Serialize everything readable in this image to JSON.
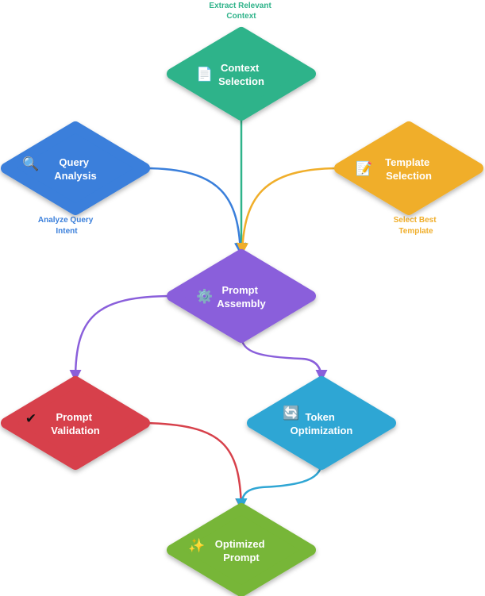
{
  "colors": {
    "context": "#2fb38a",
    "query": "#3a7fdb",
    "template": "#f0ae2a",
    "assembly": "#8a5fdb",
    "validation": "#d7414b",
    "token": "#2fa6d4",
    "optimized": "#77b637"
  },
  "nodes": {
    "context": {
      "line1": "Context",
      "line2": "Selection",
      "icon": "page-icon",
      "glyph": "📄"
    },
    "query": {
      "line1": "Query",
      "line2": "Analysis",
      "icon": "magnifier-icon",
      "glyph": "🔍"
    },
    "template": {
      "line1": "Template",
      "line2": "Selection",
      "icon": "memo-icon",
      "glyph": "📝"
    },
    "assembly": {
      "line1": "Prompt",
      "line2": "Assembly",
      "icon": "gear-icon",
      "glyph": "⚙️"
    },
    "validation": {
      "line1": "Prompt",
      "line2": "Validation",
      "icon": "check-icon",
      "glyph": "✔"
    },
    "token": {
      "line1": "Token",
      "line2": "Optimization",
      "icon": "refresh-icon",
      "glyph": "🔄"
    },
    "optimized": {
      "line1": "Optimized",
      "line2": "Prompt",
      "icon": "sparkles-icon",
      "glyph": "✨"
    }
  },
  "annotations": {
    "context": {
      "line1": "Extract Relevant",
      "line2": "Context"
    },
    "query": {
      "line1": "Analyze Query",
      "line2": "Intent"
    },
    "template": {
      "line1": "Select Best",
      "line2": "Template"
    }
  }
}
